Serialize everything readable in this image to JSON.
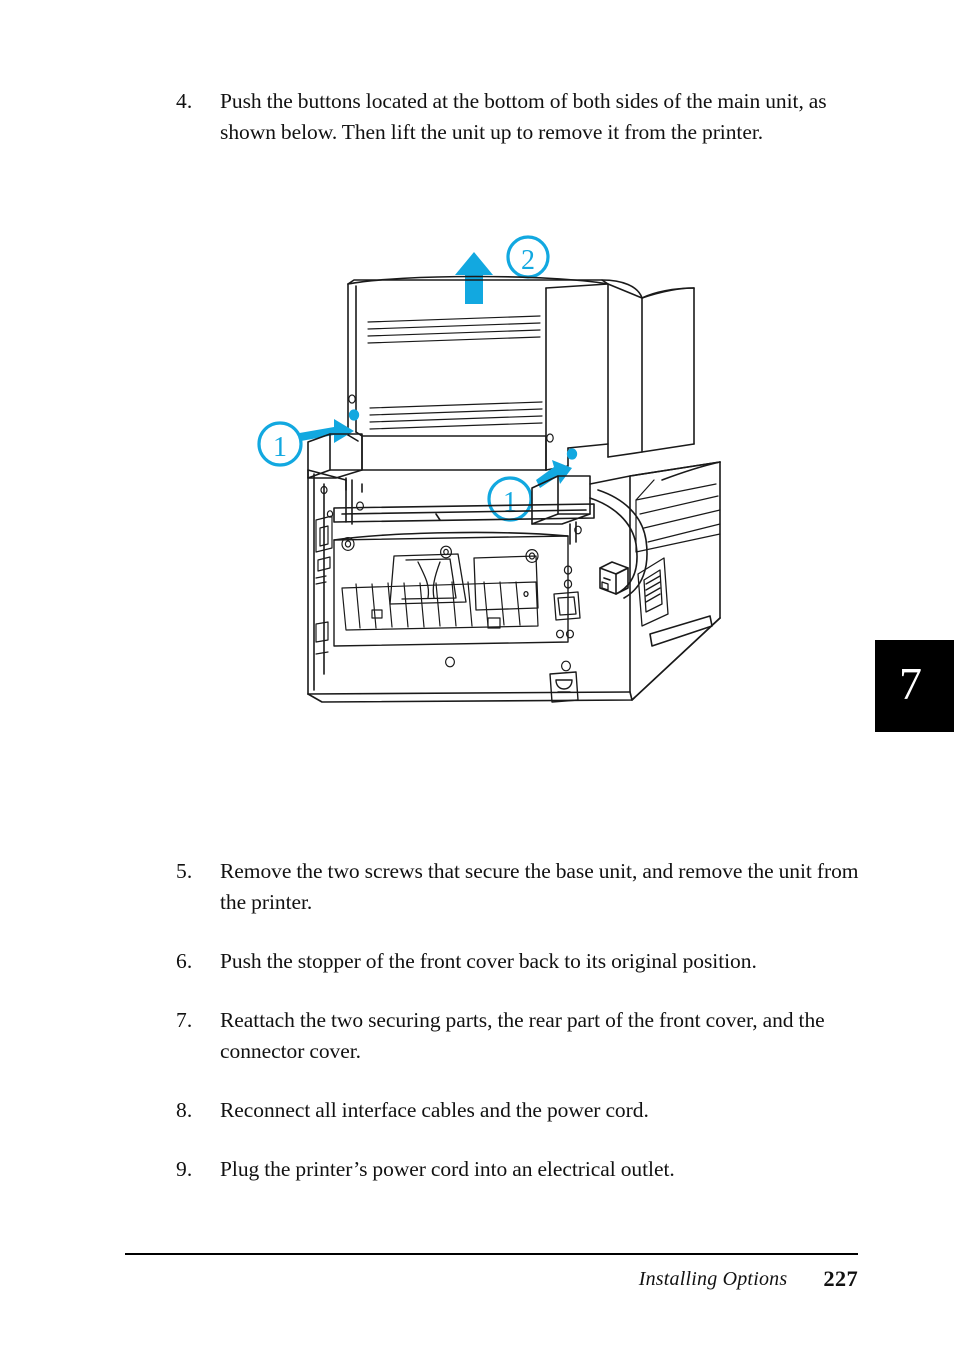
{
  "page": {
    "number": "227",
    "chapter_tab": "7",
    "footer_title": "Installing Options",
    "background": "#ffffff",
    "text_color": "#111111"
  },
  "steps_top": [
    {
      "number": "4.",
      "text": "Push the buttons located at the bottom of both sides of the main unit, as shown below. Then lift the unit up to remove it from the printer."
    }
  ],
  "steps_bottom": [
    {
      "number": "5.",
      "text": "Remove the two screws that secure the base unit, and remove the unit from the printer."
    },
    {
      "number": "6.",
      "text": "Push the stopper of the front cover back to its original position."
    },
    {
      "number": "7.",
      "text": "Reattach the two securing parts, the rear part of the front cover, and the connector cover."
    },
    {
      "number": "8.",
      "text": "Reconnect all interface cables and the power cord."
    },
    {
      "number": "9.",
      "text": "Plug the printer’s power cord into an electrical outlet."
    }
  ],
  "figure": {
    "caption_type": "line-art illustration",
    "subject": "rear view of a laser printer with an optional main unit being lifted off",
    "accent_color": "#12A8E0",
    "line_color": "#1a1a1a",
    "callouts": [
      {
        "label": "1",
        "position": "left",
        "meaning": "push button on left side of main unit"
      },
      {
        "label": "1",
        "position": "right",
        "meaning": "push button on right side of main unit"
      },
      {
        "label": "2",
        "position": "top",
        "meaning": "lift the unit upward to remove"
      }
    ]
  }
}
